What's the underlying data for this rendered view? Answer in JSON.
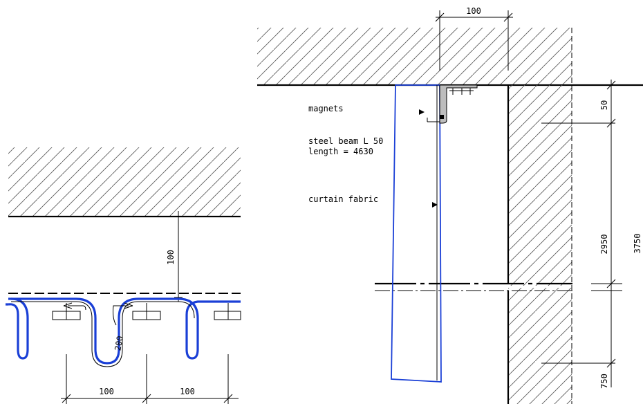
{
  "colors": {
    "curtain": "#1a3fd6",
    "line": "#000000",
    "hatch": "#555555",
    "beam_fill": "#bdbdbd"
  },
  "labels": {
    "magnets": "magnets",
    "beam_line1": "steel beam  L 50",
    "beam_line2": "length = 4630",
    "curtain_fabric": "curtain fabric"
  },
  "dimensions": {
    "plan_depth": "100",
    "plan_loop": "200",
    "plan_spacing_1": "100",
    "plan_spacing_2": "100",
    "section_top": "100",
    "section_50": "50",
    "section_2950": "2950",
    "section_3750": "3750",
    "section_750": "750"
  }
}
